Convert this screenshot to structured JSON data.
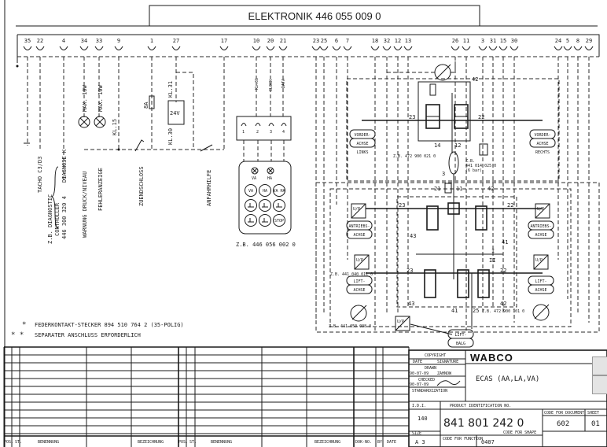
{
  "title": "ELEKTRONIK 446 055 009 0",
  "connector_pins": [
    "35",
    "22",
    "4",
    "34",
    "33",
    "9",
    "1",
    "27",
    "17",
    "10",
    "20",
    "21",
    "23",
    "25",
    "6",
    "7",
    "18",
    "32",
    "12",
    "13",
    "26",
    "11",
    "3",
    "31",
    "15",
    "30",
    "24",
    "5",
    "8",
    "29"
  ],
  "left_labels": {
    "tacho": "TACHO C3/D3",
    "diagnose": "DIAGNOSE K",
    "diag_controller_1": "Z.B. DIAGNOSTIC",
    "diag_controller_2": "CONTROLLER",
    "diag_controller_3": "446 300 320 4",
    "warnung": "WARNUNG DRUCK/NIVEAU",
    "fehler": "FEHLERANZEIGE",
    "max1": "MAX. 10W",
    "max2": "MAX. 10W",
    "kl15": "KL.15",
    "zuend": "ZUENDSCHLOSS",
    "fuse": "8A",
    "kl31": "KL.31",
    "battery": "24V",
    "kl30": "KL.30",
    "anfahr": "ANFAHRHILFE"
  },
  "remote": {
    "kl31": "KL.31",
    "clock": "CLOCK",
    "data": "DATA",
    "pins": [
      "1",
      "2",
      "3",
      "4"
    ],
    "lamp_va": "VA",
    "lamp_ha": "HA",
    "keys": [
      "VA",
      "HA",
      "VA HA",
      "",
      "",
      "",
      "",
      "",
      "STOP"
    ],
    "part": "Z.B. 446 056 002 0"
  },
  "pneumatic": {
    "vorder_links": [
      "VORDER-",
      "ACHSE",
      "LINKS"
    ],
    "vorder_rechts": [
      "VORDER-",
      "ACHSE",
      "RECHTS"
    ],
    "antrieb_links": [
      "ANTRIEBS-",
      "ACHSE"
    ],
    "antrieb_rechts": [
      "ANTRIEBS-",
      "ACHSE"
    ],
    "lift_links": [
      "LIFT-",
      "ACHSE"
    ],
    "lift_rechts": [
      "LIFT-",
      "ACHSE"
    ],
    "lift_balg": [
      "LIFT-",
      "BALG"
    ],
    "valve_upper": "Z.B. 472 900 021 0",
    "pressure_switch": [
      "Z.B.",
      "441 014 025 0",
      "(6 bar)"
    ],
    "up_converter": "Z.B. 441 040 011 0",
    "valve_lower": "Z.B. 472 900 101 0",
    "gauge": "Z.B. 441 050 008 0",
    "up_label": "U/P",
    "ports": {
      "p42": "42",
      "p23": "23",
      "p22": "22",
      "p14": "14",
      "p12": "12",
      "p3": "3",
      "p21": "21",
      "p11": "11",
      "p43": "43",
      "p41": "41",
      "pI": "I",
      "pII": "II",
      "p25": "25",
      "p1": "1",
      "p2": "2",
      "p4": "4"
    },
    "stars": "**"
  },
  "notes": {
    "note1": "FEDERKONTAKT-STECKER 894 510 764 2 (35-POLIG)",
    "note2": "SEPARATER ANSCHLUSS ERFORDERLICH",
    "star1": "*",
    "star2": "* *"
  },
  "parts_table": {
    "headers": [
      "POS.",
      "ST.",
      "BENENNUNG",
      "BEZEICHNUNG",
      "POS.",
      "ST.",
      "BENENNUNG",
      "BEZEICHNUNG",
      "DOK-NO.",
      "BY",
      "DATE"
    ]
  },
  "title_block": {
    "copyright": "COPYRIGHT",
    "date_h": "DATE",
    "signature_h": "SIGNATURE",
    "drawn": "DRAWN",
    "drawn_date": "90-07-09",
    "drawn_by": "ZAHNOW",
    "checked": "CHECKED",
    "checked_date": "90-07-09",
    "standardization": "STANDARDIZATION",
    "brand": "WABCO",
    "description": "ECAS (AA,LA,VA)",
    "idi_h": "I.D.I.",
    "idi": "140",
    "product_id_h": "PRODUCT IDENTIFICATION NO.",
    "product_id": "841 801 242 0",
    "size_h": "SIZE",
    "size": "A 3",
    "code_function_h": "CODE FOR FUNCTION",
    "code_function": "0407",
    "code_shape_h": "CODE FOR SHAPE",
    "code_document_h": "CODE FOR DOCUMENT",
    "code_document": "602",
    "sheet_h": "SHEET",
    "sheet": "01"
  }
}
